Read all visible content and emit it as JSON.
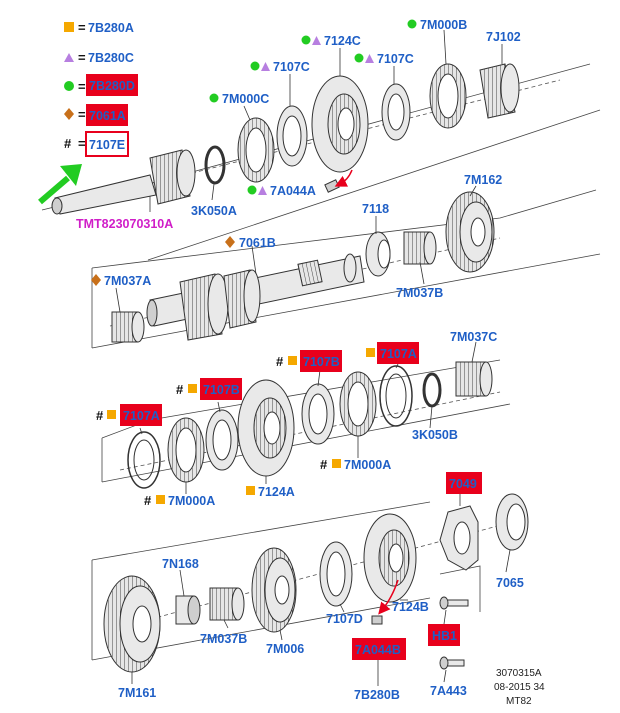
{
  "legend": {
    "items": [
      {
        "symbol": "square",
        "color": "#f5a800",
        "code": "7B280A"
      },
      {
        "symbol": "triangle",
        "color": "#b77fe0",
        "code": "7B280C"
      },
      {
        "symbol": "circle",
        "color": "#22cc22",
        "code": "7B280D"
      },
      {
        "symbol": "diamond",
        "color": "#c8701a",
        "code": "7061A"
      },
      {
        "symbol": "hash",
        "color": "#000000",
        "code": "7107E"
      }
    ],
    "eq": "=",
    "hash": "#"
  },
  "labels": {
    "l7124C": "7124C",
    "l7M000B": "7M000B",
    "l7J102": "7J102",
    "l7107C_a": "7107C",
    "l7107C_b": "7107C",
    "l7M000C": "7M000C",
    "l7A044A": "7A044A",
    "l3K050A": "3K050A",
    "tmt": "TMT823070310A",
    "l7M162": "7M162",
    "l7118": "7118",
    "l7061B": "7061B",
    "l7M037A": "7M037A",
    "l7M037B_a": "7M037B",
    "l7M037C": "7M037C",
    "l7107B_a": "7107B",
    "l7107A_a": "7107A",
    "l7107B_b": "7107B",
    "l7107A_b": "7107A",
    "l3K050B": "3K050B",
    "l7M000A_a": "7M000A",
    "l7124A": "7124A",
    "l7M000A_b": "7M000A",
    "l7049": "7049",
    "l7065": "7065",
    "l7N168": "7N168",
    "l7M037B_b": "7M037B",
    "l7M006": "7M006",
    "l7107D": "7107D",
    "l7124B": "7124B",
    "l7A044B": "7A044B",
    "l7B280B": "7B280B",
    "lHB1": "HB1",
    "l7A443": "7A443",
    "l7M161": "7M161"
  },
  "footer": {
    "line1": "3070315A",
    "line2": "08-2015 34",
    "line3": "MT82"
  },
  "colors": {
    "label_blue": "#1f5fc6",
    "highlight_red": "#e8001c",
    "box_red": "#e8001c",
    "arrow_green": "#22cc22",
    "tmt_magenta": "#d01ec8",
    "square_orange": "#f5a800",
    "triangle_purple": "#b77fe0",
    "circle_green": "#22cc22",
    "diamond_brown": "#c8701a"
  }
}
